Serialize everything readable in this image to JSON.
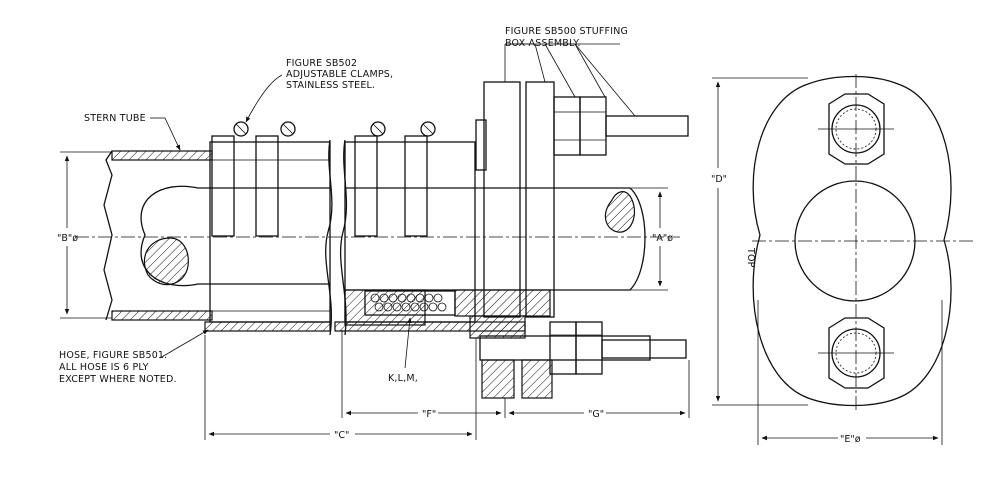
{
  "labels": {
    "stuffing_box": "FIGURE SB500 STUFFING\nBOX ASSEMBLY.",
    "clamps": "FIGURE SB502\nADJUSTABLE CLAMPS,\nSTAINLESS STEEL.",
    "stern_tube": "STERN TUBE",
    "hose": "HOSE, FIGURE SB501.\nALL HOSE IS 6 PLY\nEXCEPT WHERE NOTED.",
    "packing": "K,L,M,",
    "top": "TOP"
  },
  "dimensions": {
    "b_dia": "\"B\"ø",
    "a_dia": "\"A\"ø",
    "c": "\"C\"",
    "f": "\"F\"",
    "g": "\"G\"",
    "d": "\"D\"",
    "e_dia": "\"E\"ø"
  }
}
